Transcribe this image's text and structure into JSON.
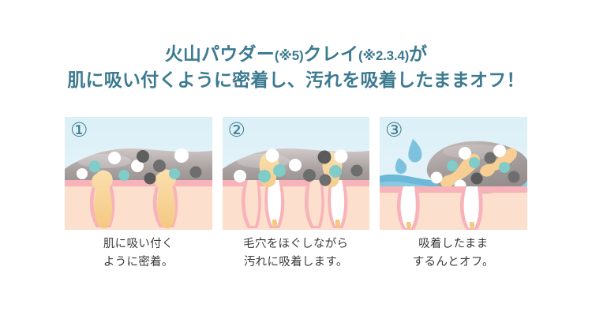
{
  "background_color": "#ffffff",
  "heading": {
    "color": "#3c7a90",
    "line1_a": "火山パウダー",
    "line1_note1": "(※5)",
    "line1_b": "クレイ",
    "line1_note2": "(※2.3.4)",
    "line1_c": "が",
    "line2": "肌に吸い付くように密着し、汚れを吸着したままオフ！"
  },
  "panels": [
    {
      "number": "①",
      "sky_color": "#dceef5",
      "clay_color": "#a9a0a0",
      "skin_color": "#fcdfcd",
      "pore_color": "#f4a6ae",
      "sebum_color": "#f6d091",
      "caption_line1": "肌に吸い付く",
      "caption_line2": "ように密着。"
    },
    {
      "number": "②",
      "sky_color": "#dceef5",
      "clay_color": "#a9a0a0",
      "skin_color": "#fcdfcd",
      "pore_color": "#f4a6ae",
      "sebum_color": "#f6d091",
      "caption_line1": "毛穴をほぐしながら",
      "caption_line2": "汚れに吸着します。"
    },
    {
      "number": "③",
      "sky_color": "#dceef5",
      "clay_color": "#a9a0a0",
      "skin_color": "#fcdfcd",
      "pore_color": "#f4a6ae",
      "water_color": "#6cb8d8",
      "caption_line1": "吸着したまま",
      "caption_line2": "するんとオフ。"
    }
  ],
  "palette": {
    "dirt_dark": "#6e6e6e",
    "dirt_white": "#ffffff",
    "dirt_teal": "#7fccc8",
    "caption_text": "#3b3b3b"
  }
}
